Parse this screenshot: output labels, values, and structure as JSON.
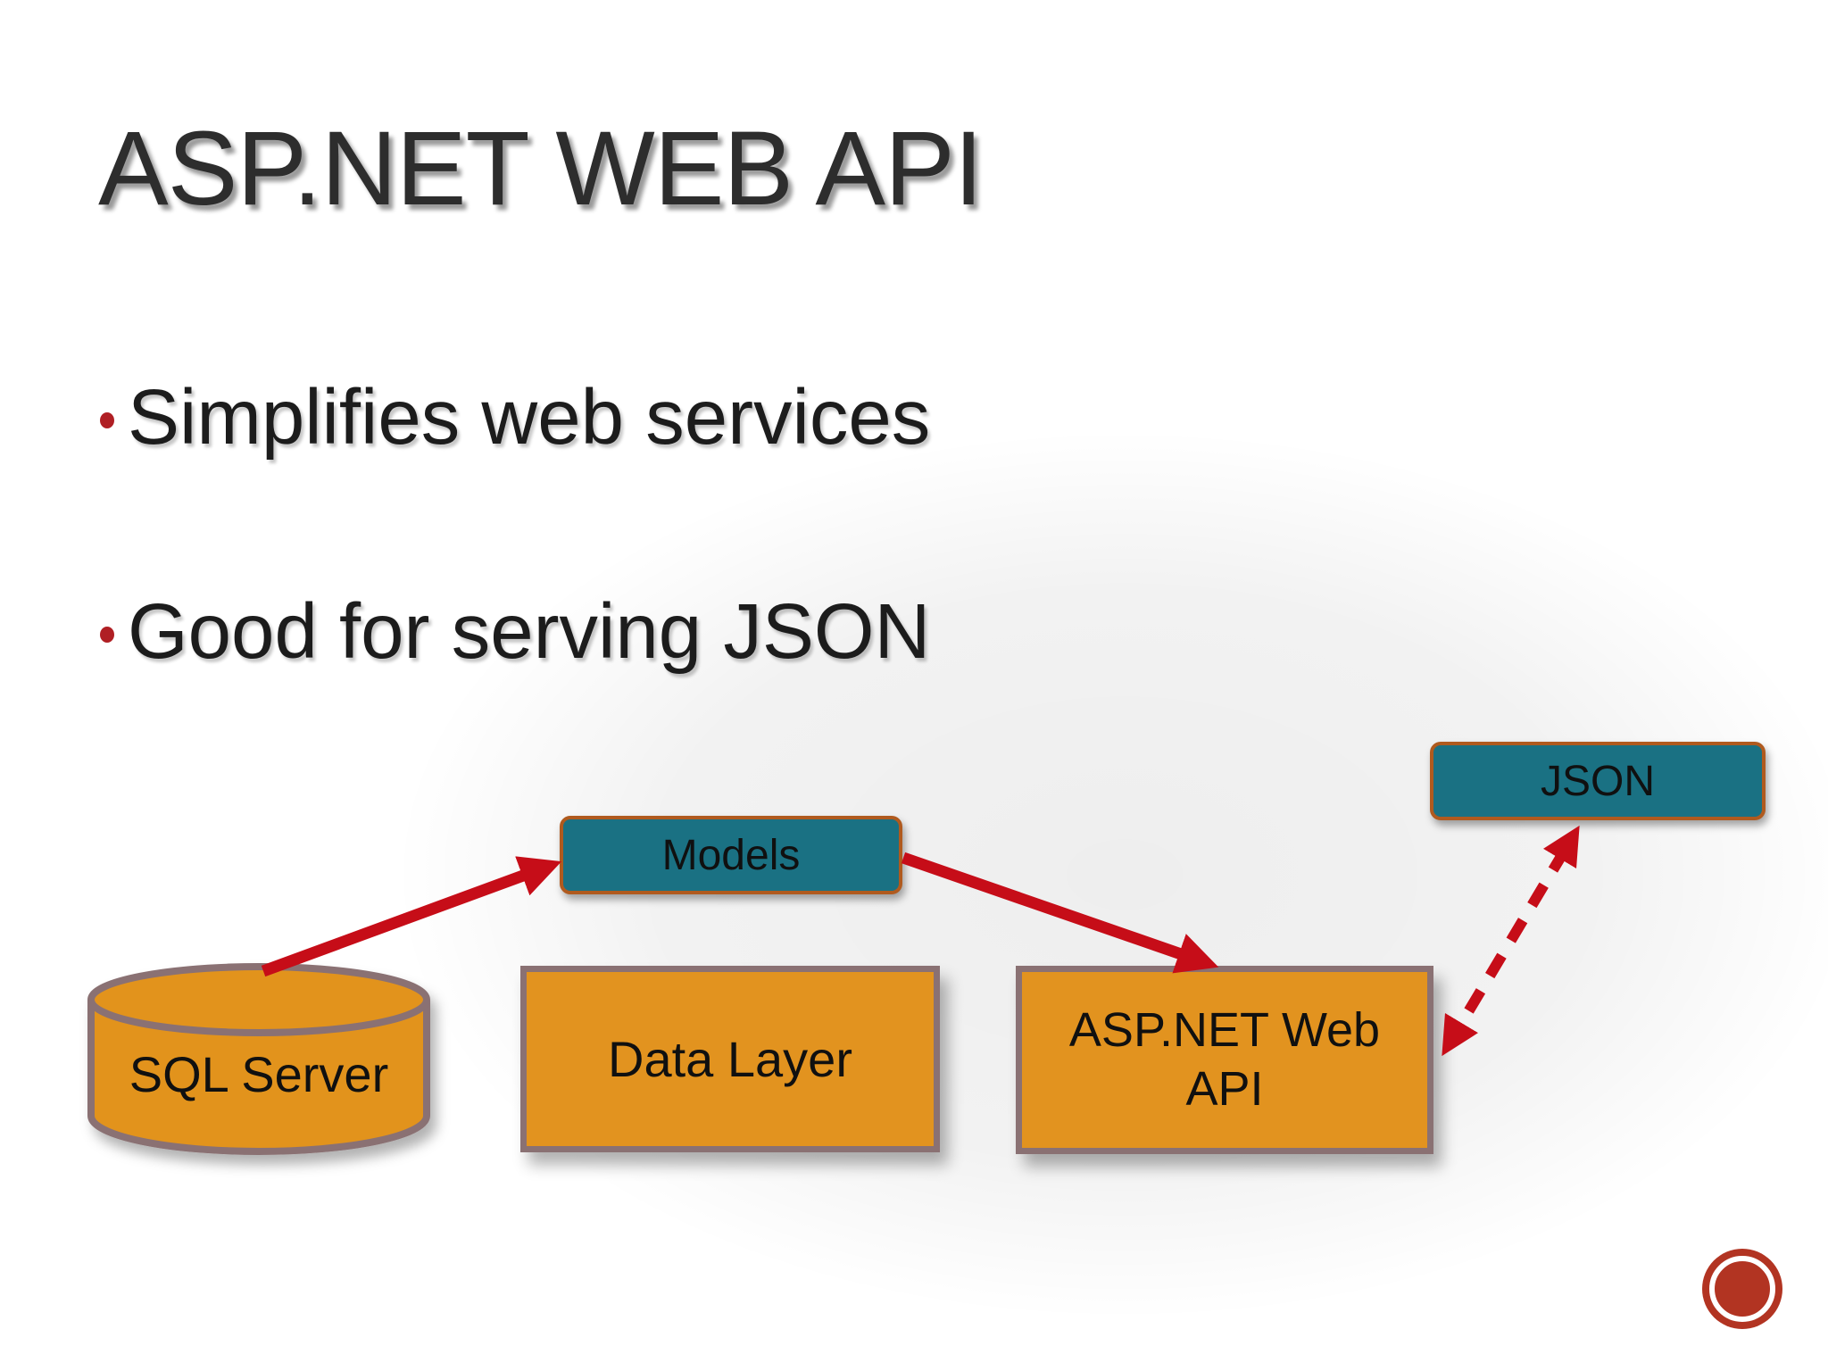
{
  "slide": {
    "title": "ASP.NET WEB API",
    "bullets": [
      "Simplifies web services",
      "Good for serving JSON"
    ]
  },
  "diagram": {
    "nodes": [
      {
        "id": "sql-server",
        "label": "SQL Server",
        "shape": "cylinder",
        "fill": "#e2931f",
        "border": "#8a7173"
      },
      {
        "id": "data-layer",
        "label": "Data Layer",
        "shape": "rect",
        "fill": "#e2931f",
        "border": "#8a7173"
      },
      {
        "id": "aspnet-web-api",
        "label": "ASP.NET Web API",
        "shape": "rect",
        "fill": "#e2931f",
        "border": "#8a7173"
      },
      {
        "id": "models",
        "label": "Models",
        "shape": "rounded-rect",
        "fill": "#1a7183",
        "border": "#b05a1e"
      },
      {
        "id": "json",
        "label": "JSON",
        "shape": "rounded-rect",
        "fill": "#1a7183",
        "border": "#b05a1e"
      }
    ],
    "edges": [
      {
        "from": "sql-server",
        "to": "models",
        "style": "solid",
        "arrows": "end",
        "color": "#c60d18"
      },
      {
        "from": "models",
        "to": "aspnet-web-api",
        "style": "solid",
        "arrows": "end",
        "color": "#c60d18"
      },
      {
        "from": "aspnet-web-api",
        "to": "json",
        "style": "dashed",
        "arrows": "both",
        "color": "#c60d18"
      }
    ]
  },
  "theme": {
    "bullet_color": "#b01f24",
    "arrow_color": "#c60d18",
    "decorative_circle_color": "#b23422",
    "title_color": "#2d2d2d"
  }
}
